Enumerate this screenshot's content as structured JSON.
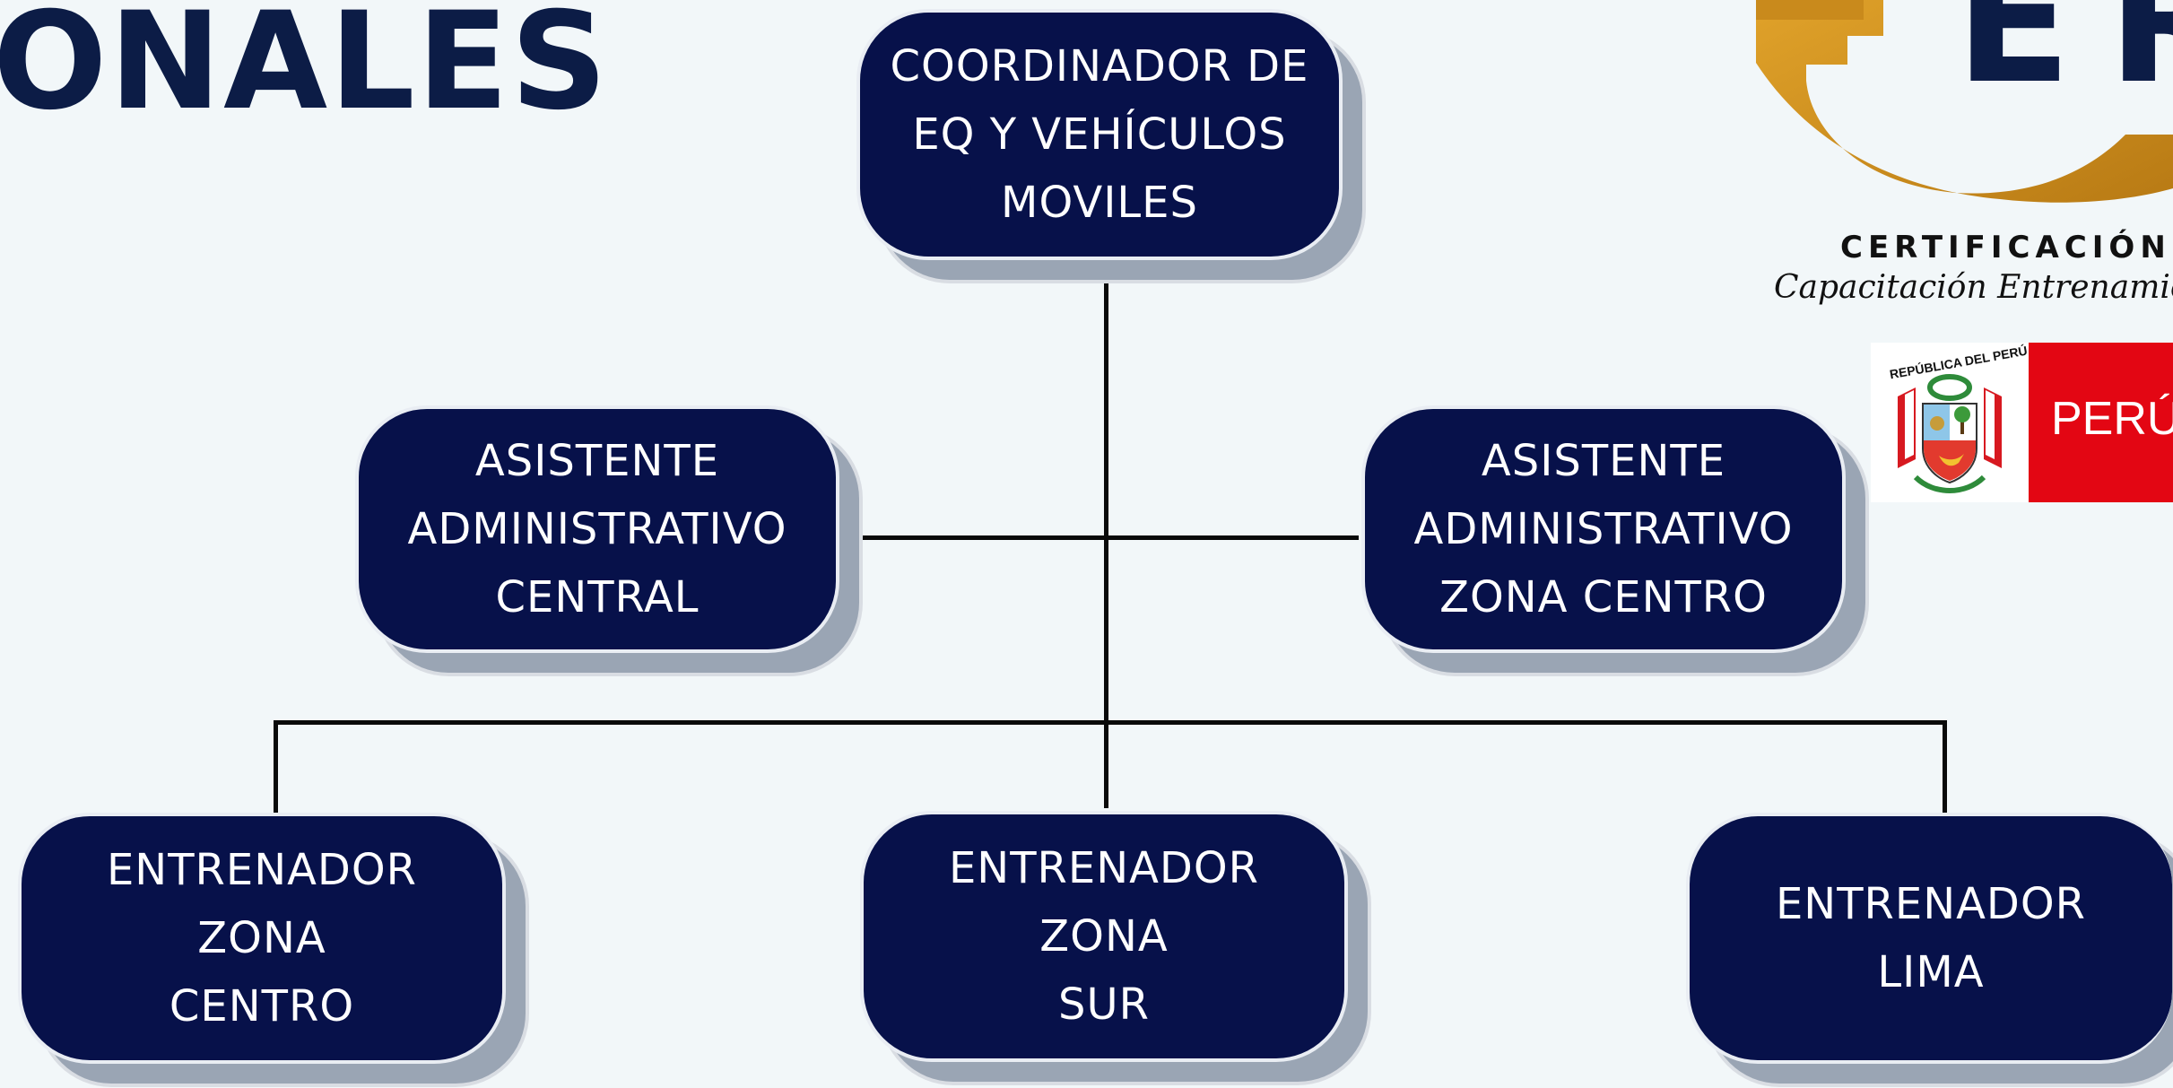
{
  "header": {
    "title_fragment": "ONALES"
  },
  "logo": {
    "letters": "ER",
    "cert_line": "CERTIFICACIÓN",
    "tagline": "Capacitación Entrenamie",
    "gold": "#c98a1c"
  },
  "peru_badge": {
    "label": "PERÚ",
    "seal_caption": "REPÚBLICA DEL PERÚ",
    "red": "#e30613"
  },
  "org_chart": {
    "root": {
      "lines": [
        "COORDINADOR DE",
        "EQ Y VEHÍCULOS",
        "MOVILES"
      ]
    },
    "assistants": [
      {
        "lines": [
          "ASISTENTE",
          "ADMINISTRATIVO",
          "CENTRAL"
        ]
      },
      {
        "lines": [
          "ASISTENTE",
          "ADMINISTRATIVO",
          "ZONA CENTRO"
        ]
      }
    ],
    "trainers": [
      {
        "lines": [
          "ENTRENADOR",
          "ZONA",
          "CENTRO"
        ]
      },
      {
        "lines": [
          "ENTRENADOR",
          "ZONA",
          "SUR"
        ]
      },
      {
        "lines": [
          "ENTRENADOR",
          "LIMA"
        ]
      }
    ]
  },
  "colors": {
    "box_fill": "#07114a",
    "title": "#0c1c46",
    "background": "#f2f7f9"
  }
}
